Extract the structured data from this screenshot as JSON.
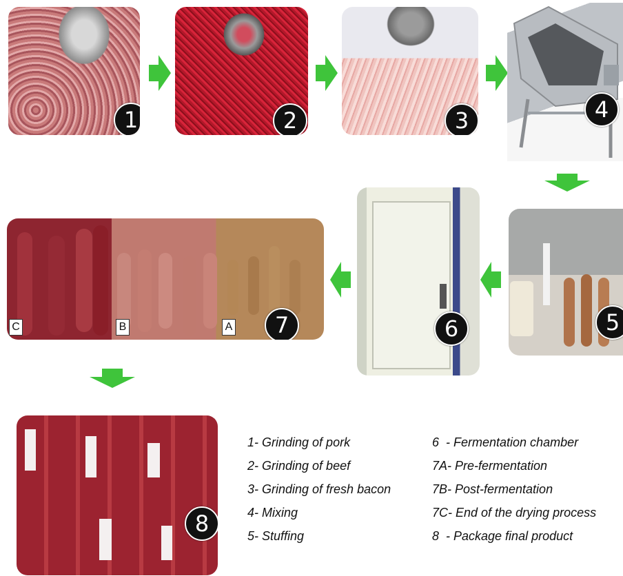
{
  "steps": [
    {
      "badge": "1"
    },
    {
      "badge": "2"
    },
    {
      "badge": "3"
    },
    {
      "badge": "4"
    },
    {
      "badge": "5"
    },
    {
      "badge": "6"
    },
    {
      "badge": "7",
      "sub_labels": [
        "C",
        "B",
        "A"
      ]
    },
    {
      "badge": "8"
    }
  ],
  "legend": {
    "left": [
      "1- Grinding of pork",
      "2- Grinding of beef",
      "3- Grinding of fresh bacon",
      "4- Mixing",
      "5- Stuffing"
    ],
    "right": [
      "6  - Fermentation chamber",
      "7A- Pre-fermentation",
      "7B- Post-fermentation",
      "7C- End of the drying process",
      "8  - Package final product"
    ]
  },
  "colors": {
    "arrow": "#3fc43b",
    "badge": "#111111"
  }
}
